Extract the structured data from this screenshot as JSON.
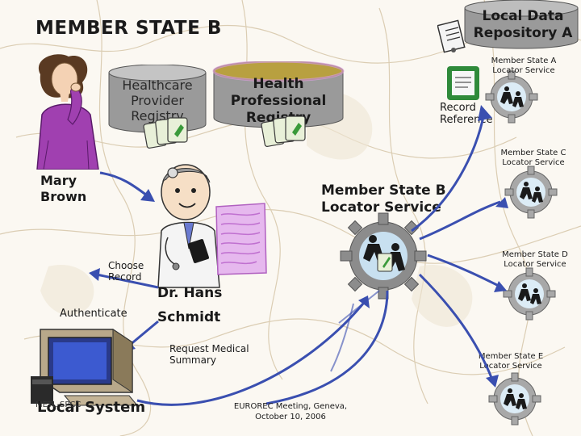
{
  "title": "MEMBER STATE B",
  "repository_a": {
    "line1": "Local Data",
    "line2": "Repository A"
  },
  "healthcare_registry": {
    "line1": "Healthcare",
    "line2": "Provider",
    "line3": "Registry"
  },
  "professional_registry": {
    "line1": "Health",
    "line2": "Professional",
    "line3": "Registry"
  },
  "record_reference": {
    "line1": "Record",
    "line2": "Reference"
  },
  "patient": {
    "line1": "Mary",
    "line2": "Brown"
  },
  "doctor": {
    "line1": "Dr. Hans",
    "line2": "Schmidt"
  },
  "ms_b_locator": {
    "line1": "Member State B",
    "line2": "Locator Service"
  },
  "ms_a_locator": {
    "line1": "Member State A",
    "line2": "Locator Service"
  },
  "ms_c_locator": {
    "line1": "Member State C",
    "line2": "Locator Service"
  },
  "ms_d_locator": {
    "line1": "Member State D",
    "line2": "Locator Service"
  },
  "ms_e_locator": {
    "line1": "Member State E",
    "line2": "Locator Service"
  },
  "choose_record": {
    "line1": "Choose",
    "line2": "Record"
  },
  "authenticate": "Authenticate",
  "request_summary": {
    "line1": "Request Medical",
    "line2": "Summary"
  },
  "local_system": "Local System",
  "footer_left": "METL-SPCC",
  "footer_center": {
    "line1": "EUROREC Meeting, Geneva,",
    "line2": "October 10, 2006"
  },
  "colors": {
    "cylinder_gray": "#9a9a9a",
    "cylinder_gold": "#b8a040",
    "arrow_blue": "#3a4fb0",
    "gear_gray": "#8c8c8c",
    "map_line": "#c8b59a",
    "shirt_purple": "#a040b0"
  }
}
